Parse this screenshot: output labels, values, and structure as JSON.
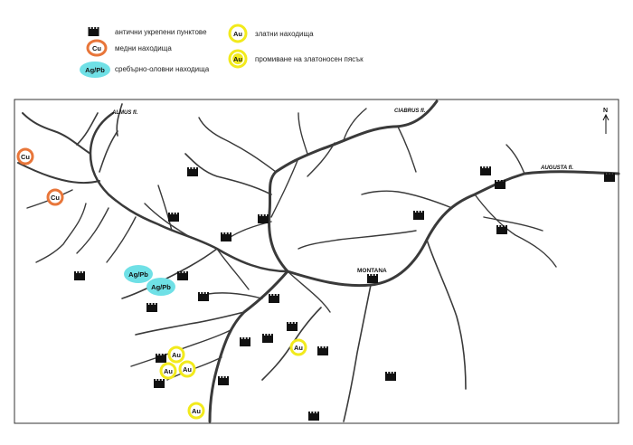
{
  "legend": {
    "fortress_label": "антични укрепени пунктове",
    "copper_badge": "Cu",
    "copper_label": "медни находища",
    "silver_badge": "Ag/Pb",
    "silver_label": "сребърно-оловни находища",
    "gold_badge": "Au",
    "gold_label": "златни находища",
    "panning_badge": "Au",
    "panning_label": "промиване на златоносен пясък"
  },
  "map": {
    "rivers": [
      "ALMUS fl.",
      "CIABRUS fl.",
      "AUGUSTA fl."
    ],
    "town": "MONTANA",
    "north": "N"
  },
  "deposits": [
    {
      "type": "copper",
      "label": "Cu"
    },
    {
      "type": "copper",
      "label": "Cu"
    },
    {
      "type": "silver",
      "label": "Ag/Pb"
    },
    {
      "type": "silver",
      "label": "Ag/Pb"
    },
    {
      "type": "gold",
      "label": "Au"
    },
    {
      "type": "gold",
      "label": "Au"
    },
    {
      "type": "gold",
      "label": "Au"
    },
    {
      "type": "gold",
      "label": "Au"
    },
    {
      "type": "gold",
      "label": "Au"
    }
  ],
  "colors": {
    "copper": "#e8763a",
    "silver": "#6fe0e6",
    "gold": "#f2ea1c",
    "river": "#3a3a3a",
    "frame": "#333333"
  },
  "icons": {
    "fortress": "fortress-icon",
    "north": "north-arrow-icon"
  }
}
